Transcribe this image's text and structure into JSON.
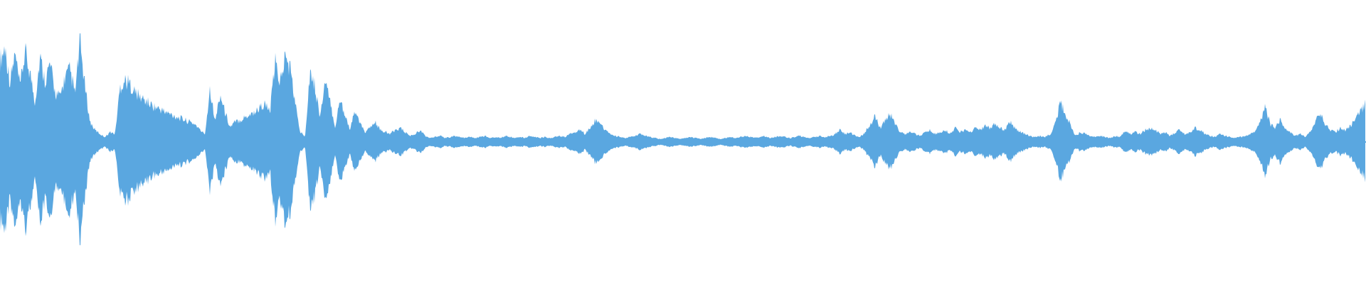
{
  "waveform": {
    "color": "#5aa7e0",
    "background": "#ffffff",
    "peak_envelope": [
      0.82,
      0.95,
      0.6,
      0.88,
      0.55,
      0.9,
      0.7,
      0.4,
      0.85,
      0.62,
      0.78,
      0.5,
      0.45,
      0.65,
      0.72,
      0.48,
      1.0,
      0.55,
      0.2,
      0.12,
      0.08,
      0.05,
      0.1,
      0.08,
      0.55,
      0.62,
      0.58,
      0.5,
      0.45,
      0.42,
      0.38,
      0.35,
      0.33,
      0.3,
      0.28,
      0.26,
      0.24,
      0.22,
      0.2,
      0.18,
      0.12,
      0.08,
      0.55,
      0.2,
      0.48,
      0.3,
      0.15,
      0.2,
      0.22,
      0.25,
      0.28,
      0.3,
      0.35,
      0.38,
      0.3,
      0.8,
      0.6,
      0.85,
      0.75,
      0.4,
      0.1,
      0.06,
      0.72,
      0.55,
      0.25,
      0.6,
      0.4,
      0.15,
      0.42,
      0.28,
      0.12,
      0.32,
      0.18,
      0.1,
      0.14,
      0.2,
      0.12,
      0.1,
      0.08,
      0.12,
      0.14,
      0.1,
      0.06,
      0.08,
      0.12,
      0.06,
      0.04,
      0.05,
      0.06,
      0.04,
      0.05,
      0.06,
      0.05,
      0.04,
      0.05,
      0.04,
      0.05,
      0.06,
      0.04,
      0.05,
      0.04,
      0.06,
      0.05,
      0.04,
      0.05,
      0.04,
      0.06,
      0.05,
      0.04,
      0.05,
      0.04,
      0.05,
      0.06,
      0.05,
      0.08,
      0.1,
      0.12,
      0.08,
      0.14,
      0.22,
      0.18,
      0.12,
      0.08,
      0.06,
      0.05,
      0.04,
      0.05,
      0.06,
      0.08,
      0.06,
      0.05,
      0.04,
      0.03,
      0.04,
      0.05,
      0.04,
      0.03,
      0.04,
      0.05,
      0.04,
      0.03,
      0.04,
      0.05,
      0.04,
      0.03,
      0.04,
      0.05,
      0.04,
      0.05,
      0.06,
      0.05,
      0.04,
      0.05,
      0.06,
      0.04,
      0.05,
      0.06,
      0.05,
      0.04,
      0.05,
      0.06,
      0.05,
      0.04,
      0.05,
      0.06,
      0.05,
      0.06,
      0.08,
      0.12,
      0.08,
      0.1,
      0.06,
      0.05,
      0.1,
      0.18,
      0.26,
      0.14,
      0.22,
      0.28,
      0.18,
      0.1,
      0.08,
      0.1,
      0.08,
      0.06,
      0.1,
      0.12,
      0.08,
      0.1,
      0.12,
      0.08,
      0.14,
      0.1,
      0.12,
      0.1,
      0.14,
      0.12,
      0.16,
      0.14,
      0.18,
      0.14,
      0.12,
      0.2,
      0.14,
      0.1,
      0.08,
      0.06,
      0.05,
      0.06,
      0.05,
      0.08,
      0.18,
      0.4,
      0.28,
      0.18,
      0.06,
      0.1,
      0.08,
      0.06,
      0.05,
      0.06,
      0.05,
      0.04,
      0.06,
      0.05,
      0.12,
      0.08,
      0.1,
      0.08,
      0.12,
      0.14,
      0.12,
      0.08,
      0.1,
      0.06,
      0.1,
      0.12,
      0.08,
      0.1,
      0.14,
      0.12,
      0.08,
      0.06,
      0.05,
      0.08,
      0.06,
      0.05,
      0.04,
      0.05,
      0.06,
      0.08,
      0.1,
      0.2,
      0.35,
      0.18,
      0.14,
      0.22,
      0.12,
      0.1,
      0.06,
      0.08,
      0.05,
      0.1,
      0.2,
      0.3,
      0.18,
      0.12,
      0.1,
      0.14,
      0.12,
      0.16,
      0.22,
      0.3,
      0.4
    ]
  }
}
